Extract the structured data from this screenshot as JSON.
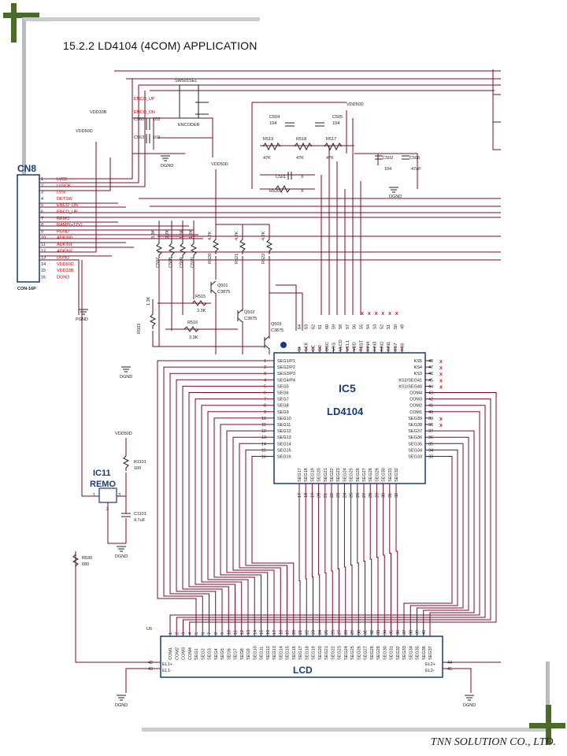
{
  "slide": {
    "title": "15.2.2 LD4104 (4COM) APPLICATION",
    "footer": "TNN SOLUTION CO., LTD."
  },
  "colors": {
    "wire": "#7a0b2a",
    "junction": "#d0008a",
    "pin_red": "#cc0000",
    "accent_green": "#4a6b2a",
    "accent_gray": "#9aa0a0"
  },
  "cn8": {
    "name": "CN8",
    "part": "CON-16P",
    "pins": [
      {
        "n": "1",
        "label": "LVCE"
      },
      {
        "n": "2",
        "label": "LVSCK"
      },
      {
        "n": "3",
        "label": "LVSI"
      },
      {
        "n": "4",
        "label": "DETSW"
      },
      {
        "n": "5",
        "label": "ENCO_DN"
      },
      {
        "n": "6",
        "label": "ENCO_UP"
      },
      {
        "n": "7",
        "label": "REMO"
      },
      {
        "n": "8",
        "label": "RAMP(+12V)"
      },
      {
        "n": "9",
        "label": "PGND"
      },
      {
        "n": "10",
        "label": "ADKIN0"
      },
      {
        "n": "11",
        "label": "ADKIN1"
      },
      {
        "n": "12",
        "label": "ADKIN2"
      },
      {
        "n": "13",
        "label": "DGND"
      },
      {
        "n": "14",
        "label": "VDD50D"
      },
      {
        "n": "15",
        "label": "VDD33B"
      },
      {
        "n": "16",
        "label": "DGND"
      }
    ]
  },
  "ic5": {
    "name": "IC5",
    "part": "LD4104",
    "left_pins": [
      {
        "n": "1",
        "label": "SEG1/P1"
      },
      {
        "n": "2",
        "label": "SEG2/P2"
      },
      {
        "n": "3",
        "label": "SEG3/P3"
      },
      {
        "n": "4",
        "label": "SEG4/P4"
      },
      {
        "n": "5",
        "label": "SEG5"
      },
      {
        "n": "6",
        "label": "SEG6"
      },
      {
        "n": "7",
        "label": "SEG7"
      },
      {
        "n": "8",
        "label": "SEG8"
      },
      {
        "n": "9",
        "label": "SEG9"
      },
      {
        "n": "10",
        "label": "SEG10"
      },
      {
        "n": "11",
        "label": "SEG11"
      },
      {
        "n": "12",
        "label": "SEG12"
      },
      {
        "n": "13",
        "label": "SEG13"
      },
      {
        "n": "14",
        "label": "SEG14"
      },
      {
        "n": "15",
        "label": "SEG15"
      },
      {
        "n": "16",
        "label": "SEG16"
      }
    ],
    "right_pins": [
      {
        "n": "48",
        "label": "KS5"
      },
      {
        "n": "47",
        "label": "KS4"
      },
      {
        "n": "46",
        "label": "KS3"
      },
      {
        "n": "45",
        "label": "KS2/SEG41"
      },
      {
        "n": "44",
        "label": "KS1/SEG40"
      },
      {
        "n": "43",
        "label": "COM4"
      },
      {
        "n": "42",
        "label": "COM3"
      },
      {
        "n": "41",
        "label": "COM2"
      },
      {
        "n": "40",
        "label": "COM1"
      },
      {
        "n": "39",
        "label": "SEG39"
      },
      {
        "n": "38",
        "label": "SEG38"
      },
      {
        "n": "37",
        "label": "SEG37"
      },
      {
        "n": "36",
        "label": "SEG36"
      },
      {
        "n": "35",
        "label": "SEG35"
      },
      {
        "n": "34",
        "label": "SEG34"
      },
      {
        "n": "33",
        "label": "SEG33"
      }
    ],
    "top_pins": [
      {
        "n": "64",
        "label": "SI"
      },
      {
        "n": "63",
        "label": "SCK"
      },
      {
        "n": "62",
        "label": "CE"
      },
      {
        "n": "61",
        "label": "SO"
      },
      {
        "n": "60",
        "label": "OSC"
      },
      {
        "n": "59",
        "label": "VSS"
      },
      {
        "n": "58",
        "label": "VLCD"
      },
      {
        "n": "57",
        "label": "VCL1"
      },
      {
        "n": "56",
        "label": "VDD"
      },
      {
        "n": "55",
        "label": "TEST"
      },
      {
        "n": "54",
        "label": "KIN4"
      },
      {
        "n": "53",
        "label": "KIN3"
      },
      {
        "n": "52",
        "label": "KIN2"
      },
      {
        "n": "51",
        "label": "KIN1"
      },
      {
        "n": "50",
        "label": "KS7"
      },
      {
        "n": "49",
        "label": "KS6"
      }
    ],
    "bottom_pins": [
      {
        "n": "17",
        "label": "SEG17"
      },
      {
        "n": "18",
        "label": "SEG18"
      },
      {
        "n": "19",
        "label": "SEG19"
      },
      {
        "n": "20",
        "label": "SEG20"
      },
      {
        "n": "21",
        "label": "SEG21"
      },
      {
        "n": "22",
        "label": "SEG22"
      },
      {
        "n": "23",
        "label": "SEG23"
      },
      {
        "n": "24",
        "label": "SEG24"
      },
      {
        "n": "25",
        "label": "SEG25"
      },
      {
        "n": "26",
        "label": "SEG26"
      },
      {
        "n": "27",
        "label": "SEG27"
      },
      {
        "n": "28",
        "label": "SEG28"
      },
      {
        "n": "29",
        "label": "SEG29"
      },
      {
        "n": "30",
        "label": "SEG30"
      },
      {
        "n": "31",
        "label": "SEG31"
      },
      {
        "n": "32",
        "label": "SEG32"
      }
    ]
  },
  "lcd": {
    "ref": "U6",
    "name": "LCD",
    "pin_numbers": [
      "1",
      "2",
      "3",
      "4",
      "5",
      "6",
      "7",
      "8",
      "9",
      "10",
      "11",
      "12",
      "13",
      "14",
      "15",
      "16",
      "17",
      "18",
      "19",
      "20",
      "21",
      "22",
      "23",
      "24",
      "25",
      "26",
      "27",
      "28",
      "29",
      "30",
      "31",
      "32",
      "33",
      "34",
      "35",
      "36",
      "37",
      "38",
      "39",
      "40"
    ],
    "pin_labels": [
      "COM1",
      "COM2",
      "COM3",
      "COM4",
      "SEG1",
      "SEG2",
      "SEG3",
      "SEG4",
      "SEG5",
      "SEG6",
      "SEG7",
      "SEG8",
      "SEG9",
      "SEG10",
      "SEG11",
      "SEG12",
      "SEG13",
      "SEG14",
      "SEG15",
      "SEG16",
      "SEG17",
      "SEG18",
      "SEG19",
      "SEG20",
      "SEG21",
      "SEG22",
      "SEG23",
      "SEG24",
      "SEG25",
      "SEG26",
      "SEG27",
      "SEG28",
      "SEG29",
      "SEG30",
      "SEG31",
      "SEG32",
      "SEG33",
      "SEG34",
      "SEG35",
      "SEG36",
      "SEG37"
    ],
    "el_left": [
      {
        "n": "42",
        "label": "EL1+"
      },
      {
        "n": "43",
        "label": "EL1-"
      }
    ],
    "el_right": [
      {
        "n": "44",
        "label": "EL2+"
      },
      {
        "n": "45",
        "label": "EL2-"
      }
    ]
  },
  "ic11": {
    "name": "IC11",
    "part": "REMO",
    "pins": [
      "1",
      "3",
      "2"
    ]
  },
  "labels": {
    "sw": "SW501SEL",
    "encoder": "ENCODER",
    "enco_up": "ENCO_UP",
    "enco_dn": "ENCO_DN",
    "c560": "C560",
    "c560v": "103",
    "c563": "C563",
    "c563v": "103",
    "vdd33b": "VDD33B",
    "vdd50d_a": "VDD50D",
    "vdd50d_b": "VDD50D",
    "vdd50d_c": "VDD50D",
    "vdd50d_d": "VDD50D",
    "dgnd": "DGND",
    "pgnd": "PGND",
    "c504": "C504",
    "c504v": "104",
    "c505": "C505",
    "c505v": "104",
    "r519": "R519",
    "r518": "R518",
    "r517": "R517",
    "k47": "47K",
    "c501": "C501",
    "x": "X",
    "r526": "R526",
    "c502": "C502",
    "c502v": "104",
    "c506": "C506",
    "c506v": "47uF",
    "r500": "R500",
    "r501": "R501",
    "r502": "R502",
    "r503": "R503",
    "r520": "R520",
    "r521": "R521",
    "r522": "R522",
    "k4_7": "4.7K",
    "q501": "Q501",
    "q502": "Q502",
    "q503": "Q503",
    "c3875": "C3875",
    "r515": "R515",
    "r516": "R516",
    "k3_3": "3.3K",
    "k1_3": "1.3K",
    "r1101": "R1101",
    "r1101v": "100",
    "c1101": "C1101",
    "c1101v": "4.7uF",
    "r530": "R530",
    "r530v": "680",
    "k3_3b": "3.3K",
    "k2_7": "2.7K",
    "k1_5": "1.5K",
    "k1_2": "1.2K",
    "k1_8": "1.8K",
    "c507": "C507",
    "c508": "C508",
    "c509": "C509",
    "c510": "C510"
  }
}
